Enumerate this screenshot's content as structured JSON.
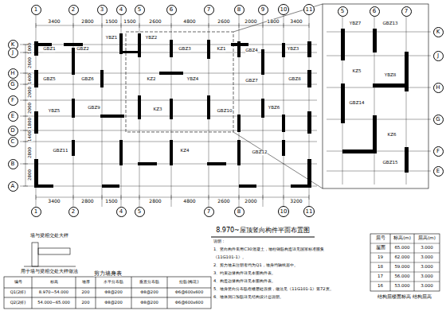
{
  "diagram": {
    "title": "8.970~屋顶竖向构件平面布置图",
    "nodes": [
      {
        "text": [
          "1"
        ]
      },
      {
        "text": [
          "2"
        ]
      },
      {
        "text": [
          "3"
        ]
      },
      {
        "text": [
          "4"
        ]
      },
      {
        "text": [
          "5"
        ]
      },
      {
        "text": [
          "6"
        ]
      },
      {
        "text": [
          "7"
        ]
      },
      {
        "text": [
          "8"
        ]
      },
      {
        "text": [
          "9"
        ]
      },
      {
        "text": [
          "10"
        ]
      },
      {
        "text": [
          "11"
        ]
      },
      {
        "text": [
          "K"
        ]
      },
      {
        "text": [
          "J"
        ]
      },
      {
        "text": [
          "H"
        ]
      },
      {
        "text": [
          "G"
        ]
      },
      {
        "text": [
          "F"
        ]
      },
      {
        "text": [
          "E"
        ]
      },
      {
        "text": [
          "D"
        ]
      },
      {
        "text": [
          "C"
        ]
      },
      {
        "text": [
          "B"
        ]
      },
      {
        "text": [
          "A"
        ]
      },
      {
        "text": [
          "1"
        ]
      },
      {
        "text": [
          "2"
        ]
      },
      {
        "text": [
          "4"
        ]
      },
      {
        "text": [
          "5"
        ]
      },
      {
        "text": [
          "7"
        ]
      },
      {
        "text": [
          "8"
        ]
      },
      {
        "text": [
          "10"
        ]
      },
      {
        "text": [
          "11"
        ]
      },
      {
        "text": [
          "5"
        ]
      },
      {
        "text": [
          "6"
        ]
      },
      {
        "text": [
          "7"
        ]
      },
      {
        "text": [
          "K"
        ]
      },
      {
        "text": [
          "J"
        ]
      },
      {
        "text": [
          "H"
        ]
      },
      {
        "text": [
          "G"
        ]
      },
      {
        "text": [
          "F"
        ]
      },
      {
        "text": [
          "E"
        ]
      }
    ],
    "labels": [
      "3400",
      "2800",
      "1500",
      "1500",
      "2600",
      "4800",
      "2600",
      "2000",
      "1800",
      "3400",
      "3400",
      "2800",
      "1500",
      "2800",
      "4800",
      "2600",
      "2000",
      "3200",
      "1000",
      "2600",
      "1400",
      "2000",
      "2000",
      "1800",
      "1400",
      "2800",
      "2800",
      "GBZ1",
      "GBZ2",
      "YBZ1",
      "YBZ2",
      "GBZ3",
      "KZ1",
      "GBZ4",
      "YBZ3",
      "GBZ5",
      "GBZ6",
      "KZ2",
      "YBZ4",
      "GBZ7",
      "GBZ8",
      "YBZ5",
      "GBZ9",
      "KZ3",
      "GBZ10",
      "YBZ6",
      "GBZ11",
      "KZ4",
      "GBZ12",
      "YBZ7",
      "GBZ13",
      "KZ5",
      "YBZ8",
      "GBZ14",
      "KZ6",
      "GBZ15",
      "8.970~屋顶竖向构件平面布置图",
      "说明：",
      "1、竖向构件采用C30混凝土，墙柱钢筋构造详见国家标准图集",
      "《11G101-1》。",
      "2、剪力墙未注明者均为Q1，墙身均轴线居中。",
      "3、约束边缘构件详见本图构件表。",
      "4、构造边缘构件详见本图构件表。",
      "5、墙身竖向分布筋在楼层处连接，做法见《11G101-1》第72页。",
      "6、墙体洞口加筋详见结构设计总说明。",
      "墙与梁相交处大样",
      "用于墙与梁相交处大样做法",
      "剪力墙身表",
      "编号",
      "标高",
      "墙厚",
      "水平分布筋",
      "垂直分布筋",
      "拉筋(梅花)",
      "Q1(2排)",
      "8.970~54.000",
      "200",
      "Φ8@200",
      "Φ8@200",
      "Φ6@600x600",
      "Q2(2排)",
      "54.000~65.000",
      "200",
      "Φ8@200",
      "Φ8@200",
      "Φ6@600x600",
      "层号",
      "标高(m)",
      "层高(m)",
      "屋面",
      "65.000",
      "3.000",
      "19",
      "62.000",
      "3.000",
      "18",
      "59.000",
      "3.000",
      "17",
      "56.000",
      "3.000",
      "16",
      "53.000",
      "3.000",
      "结构层楼面标高 结构层高"
    ]
  }
}
